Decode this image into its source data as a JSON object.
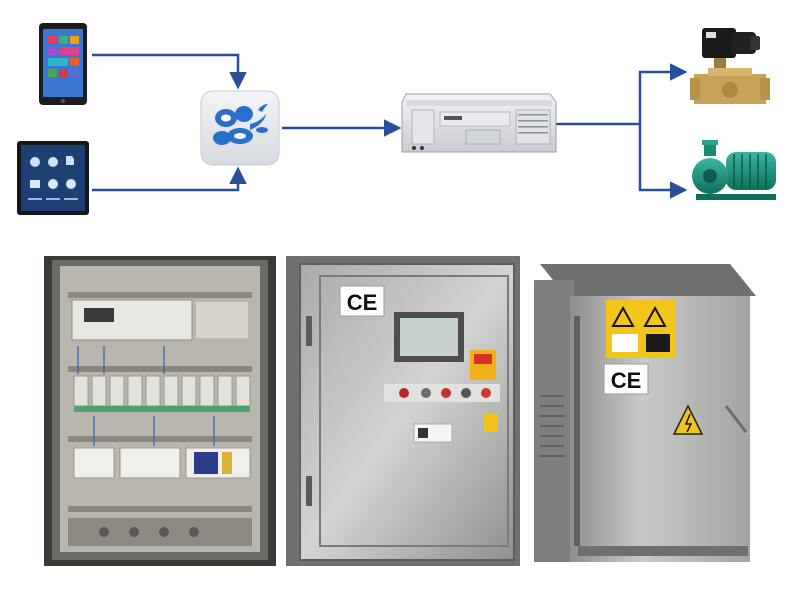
{
  "diagram": {
    "line_color": "#2a4f9a",
    "nodes": [
      {
        "id": "tablet",
        "icon": "tablet-icon"
      },
      {
        "id": "touch-panel",
        "icon": "hmi-panel-icon"
      },
      {
        "id": "cloud-app",
        "icon": "bee-logo-icon"
      },
      {
        "id": "plc",
        "icon": "plc-icon"
      },
      {
        "id": "solenoid-valve",
        "icon": "solenoid-valve-icon"
      },
      {
        "id": "water-pump",
        "icon": "pump-icon"
      }
    ]
  },
  "photos": [
    {
      "id": "cabinet-interior"
    },
    {
      "id": "cabinet-door-panel",
      "mark": "CE"
    },
    {
      "id": "cabinet-exterior",
      "mark": "CE"
    }
  ]
}
